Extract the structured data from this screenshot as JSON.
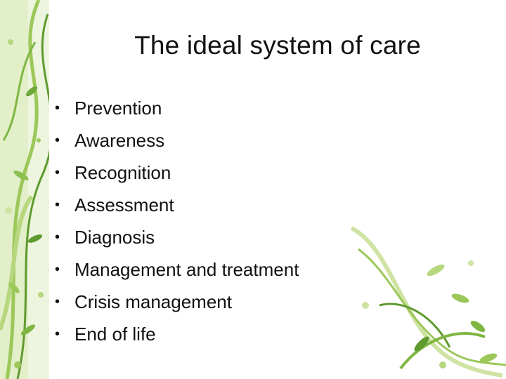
{
  "slide": {
    "title": "The ideal system of care",
    "bullet_glyph": "•",
    "items": [
      "Prevention",
      "Awareness",
      "Recognition",
      "Assessment",
      "Diagnosis",
      "Management and treatment",
      "Crisis management",
      "End of life"
    ]
  },
  "colors": {
    "text": "#111111",
    "leaf_light": "#cfe3a3",
    "leaf_mid": "#9cc85a",
    "leaf_dark": "#5f9a2e"
  }
}
